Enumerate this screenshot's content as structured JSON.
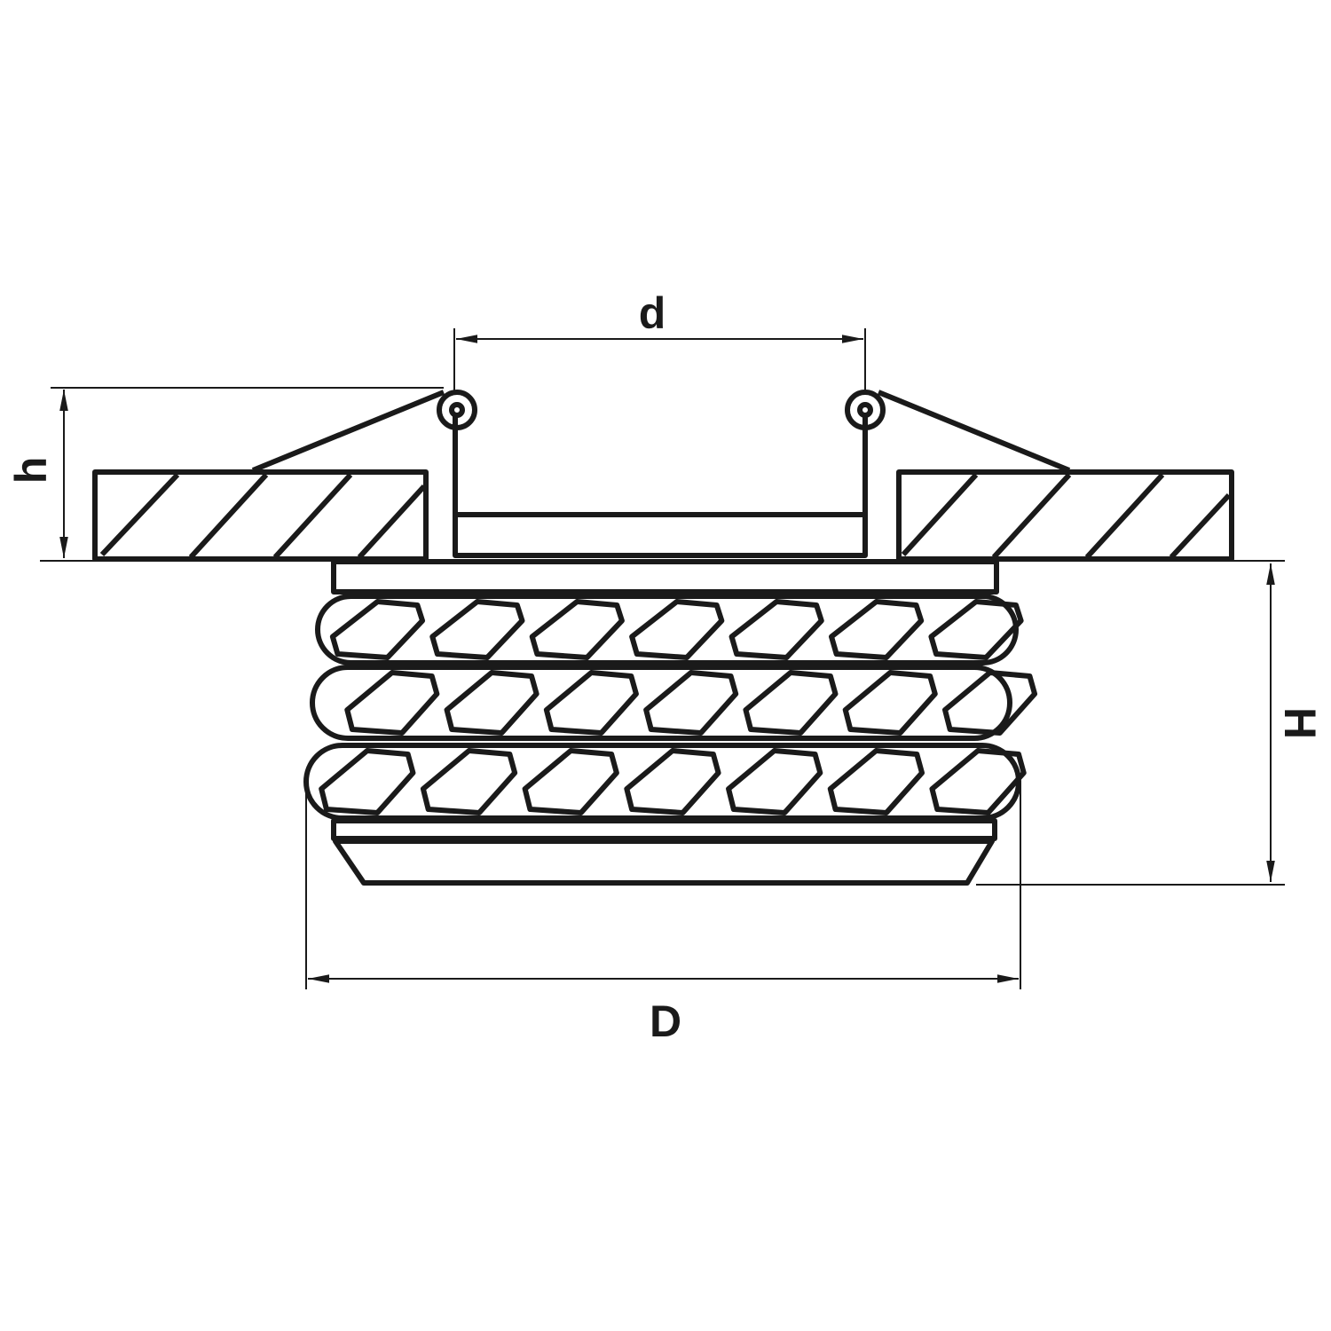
{
  "dimensions": {
    "cutout_diameter_label": "d",
    "recess_height_label": "h",
    "visible_height_label": "H",
    "outer_diameter_label": "D"
  },
  "colors": {
    "line": "#1a1a1a",
    "background": "#ffffff"
  }
}
